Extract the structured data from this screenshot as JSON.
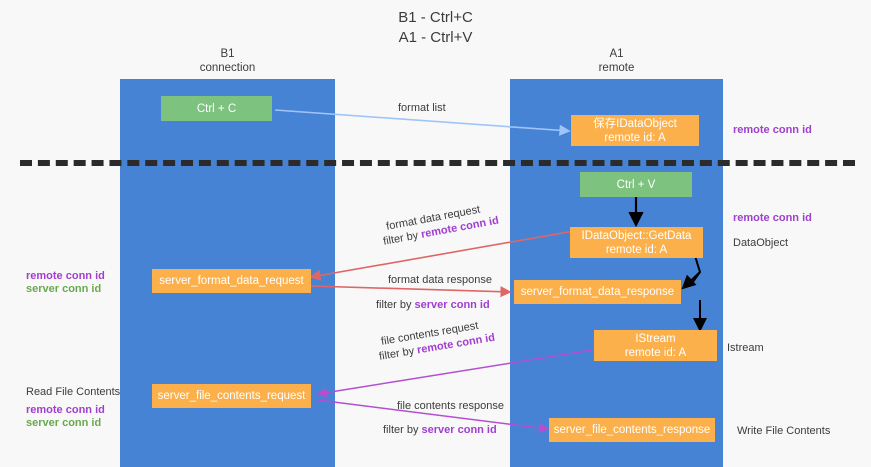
{
  "title": {
    "line1": "B1 - Ctrl+C",
    "line2": "A1 - Ctrl+V"
  },
  "lanes": [
    {
      "id": "b1",
      "name": "B1",
      "sub": "connection",
      "color": "#4683d4"
    },
    {
      "id": "a1",
      "name": "A1",
      "sub": "remote",
      "color": "#4683d4"
    }
  ],
  "colors": {
    "lane": "#4683d4",
    "green_box": "#7dc37f",
    "orange_box": "#fbb04b",
    "remote_conn_id": "#a03fcf",
    "server_conn_id": "#6aa84f",
    "arrow_blue": "#9fc5f8",
    "arrow_red": "#e06666",
    "arrow_magenta": "#b44fd0",
    "arrow_black": "#000000",
    "divider": "#2b2b2b",
    "background": "#f8f8f8"
  },
  "boxes": {
    "ctrl_c": {
      "label": "Ctrl + C",
      "style": "green"
    },
    "save_idataobject": {
      "line1": "保存IDataObject",
      "line2": "remote id: A",
      "style": "orange"
    },
    "ctrl_v": {
      "label": "Ctrl + V",
      "style": "green"
    },
    "getdata": {
      "line1": "IDataObject::GetData",
      "line2": "remote id: A",
      "style": "orange"
    },
    "server_format_data_request": {
      "label": "server_format_data_request",
      "style": "orange"
    },
    "server_format_data_response": {
      "label": "server_format_data_response",
      "style": "orange"
    },
    "istream": {
      "line1": "IStream",
      "line2": "remote id: A",
      "style": "orange"
    },
    "server_file_contents_request": {
      "label": "server_file_contents_request",
      "style": "orange"
    },
    "server_file_contents_response": {
      "label": "server_file_contents_response",
      "style": "orange"
    }
  },
  "edge_labels": {
    "format_list": "format list",
    "format_data_request": "format data request",
    "format_data_request_filter_prefix": "filter by ",
    "format_data_request_filter_key": "remote conn id",
    "format_data_response": "format data response",
    "format_data_response_filter_prefix": "filter by ",
    "format_data_response_filter_key": "server conn id",
    "file_contents_request": "file contents request",
    "file_contents_request_filter_prefix": "filter by ",
    "file_contents_request_filter_key": "remote conn id",
    "file_contents_response": "file contents response",
    "file_contents_response_filter_prefix": "filter by ",
    "file_contents_response_filter_key": "server conn id"
  },
  "side_labels": {
    "right_remote_conn_id_top": "remote conn id",
    "right_remote_conn_id_mid": "remote conn id",
    "right_dataobject": "DataObject",
    "right_istream": "Istream",
    "right_write_file_contents": "Write File Contents",
    "left_remote_conn_id_mid": "remote conn id",
    "left_server_conn_id_mid": "server conn id",
    "left_read_file_contents": "Read File Contents",
    "left_remote_conn_id_bottom": "remote conn id",
    "left_server_conn_id_bottom": "server conn id"
  }
}
